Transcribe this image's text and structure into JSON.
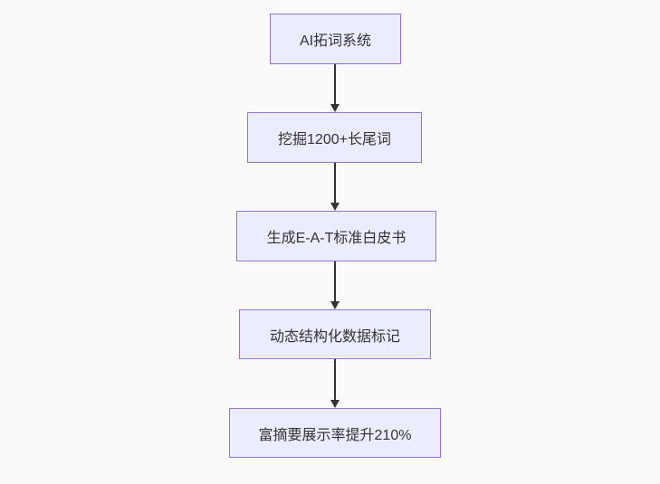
{
  "diagram": {
    "type": "flowchart",
    "direction": "top-down",
    "background_color": "#fafafa",
    "node_fill_color": "#ECECFF",
    "node_border_color": "#9370DB",
    "node_text_color": "#333333",
    "arrow_color": "#333333",
    "nodes": [
      {
        "id": "step-1",
        "label": "AI拓词系统"
      },
      {
        "id": "step-2",
        "label": "挖掘1200+长尾词"
      },
      {
        "id": "step-3",
        "label": "生成E-A-T标准白皮书"
      },
      {
        "id": "step-4",
        "label": "动态结构化数据标记"
      },
      {
        "id": "step-5",
        "label": "富摘要展示率提升210%"
      }
    ],
    "edges": [
      {
        "from": "step-1",
        "to": "step-2"
      },
      {
        "from": "step-2",
        "to": "step-3"
      },
      {
        "from": "step-3",
        "to": "step-4"
      },
      {
        "from": "step-4",
        "to": "step-5"
      }
    ]
  }
}
